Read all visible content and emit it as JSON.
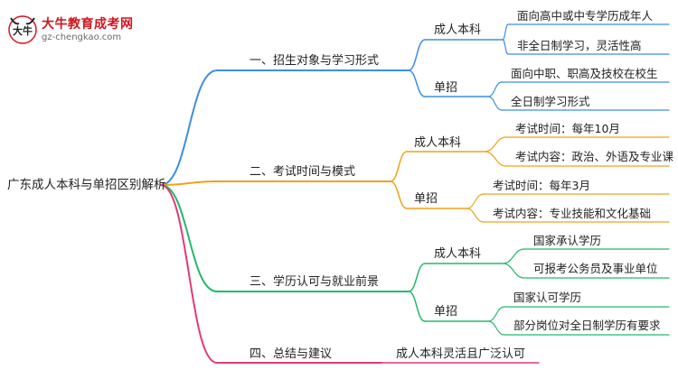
{
  "logo": {
    "title": "大牛教育成考网",
    "url": "gz-chengkao.com",
    "mark_text": "大牛",
    "mark_icon": "bull-head-icon",
    "brand_color": "#d2141d"
  },
  "root": {
    "label": "广东成人本科与单招区别解析"
  },
  "branches": [
    {
      "label": "一、招生对象与学习形式",
      "color": "#3b8ee8",
      "subs": [
        {
          "label": "成人本科",
          "leaves": [
            "面向高中或中专学历成年人",
            "非全日制学习，灵活性高"
          ]
        },
        {
          "label": "单招",
          "leaves": [
            "面向中职、职高及技校在校生",
            "全日制学习形式"
          ]
        }
      ]
    },
    {
      "label": "二、考试时间与模式",
      "color": "#f0a21a",
      "subs": [
        {
          "label": "成人本科",
          "leaves": [
            "考试时间：每年10月",
            "考试内容：政治、外语及专业课"
          ]
        },
        {
          "label": "单招",
          "leaves": [
            "考试时间：每年3月",
            "考试内容：专业技能和文化基础"
          ]
        }
      ]
    },
    {
      "label": "三、学历认可与就业前景",
      "color": "#25b86a",
      "subs": [
        {
          "label": "成人本科",
          "leaves": [
            "国家承认学历",
            "可报考公务员及事业单位"
          ]
        },
        {
          "label": "单招",
          "leaves": [
            "国家认可学历",
            "部分岗位对全日制学历有要求"
          ]
        }
      ]
    },
    {
      "label": "四、总结与建议",
      "color": "#e23a77",
      "subs": [
        {
          "label": "成人本科灵活且广泛认可",
          "leaves": []
        }
      ]
    }
  ]
}
